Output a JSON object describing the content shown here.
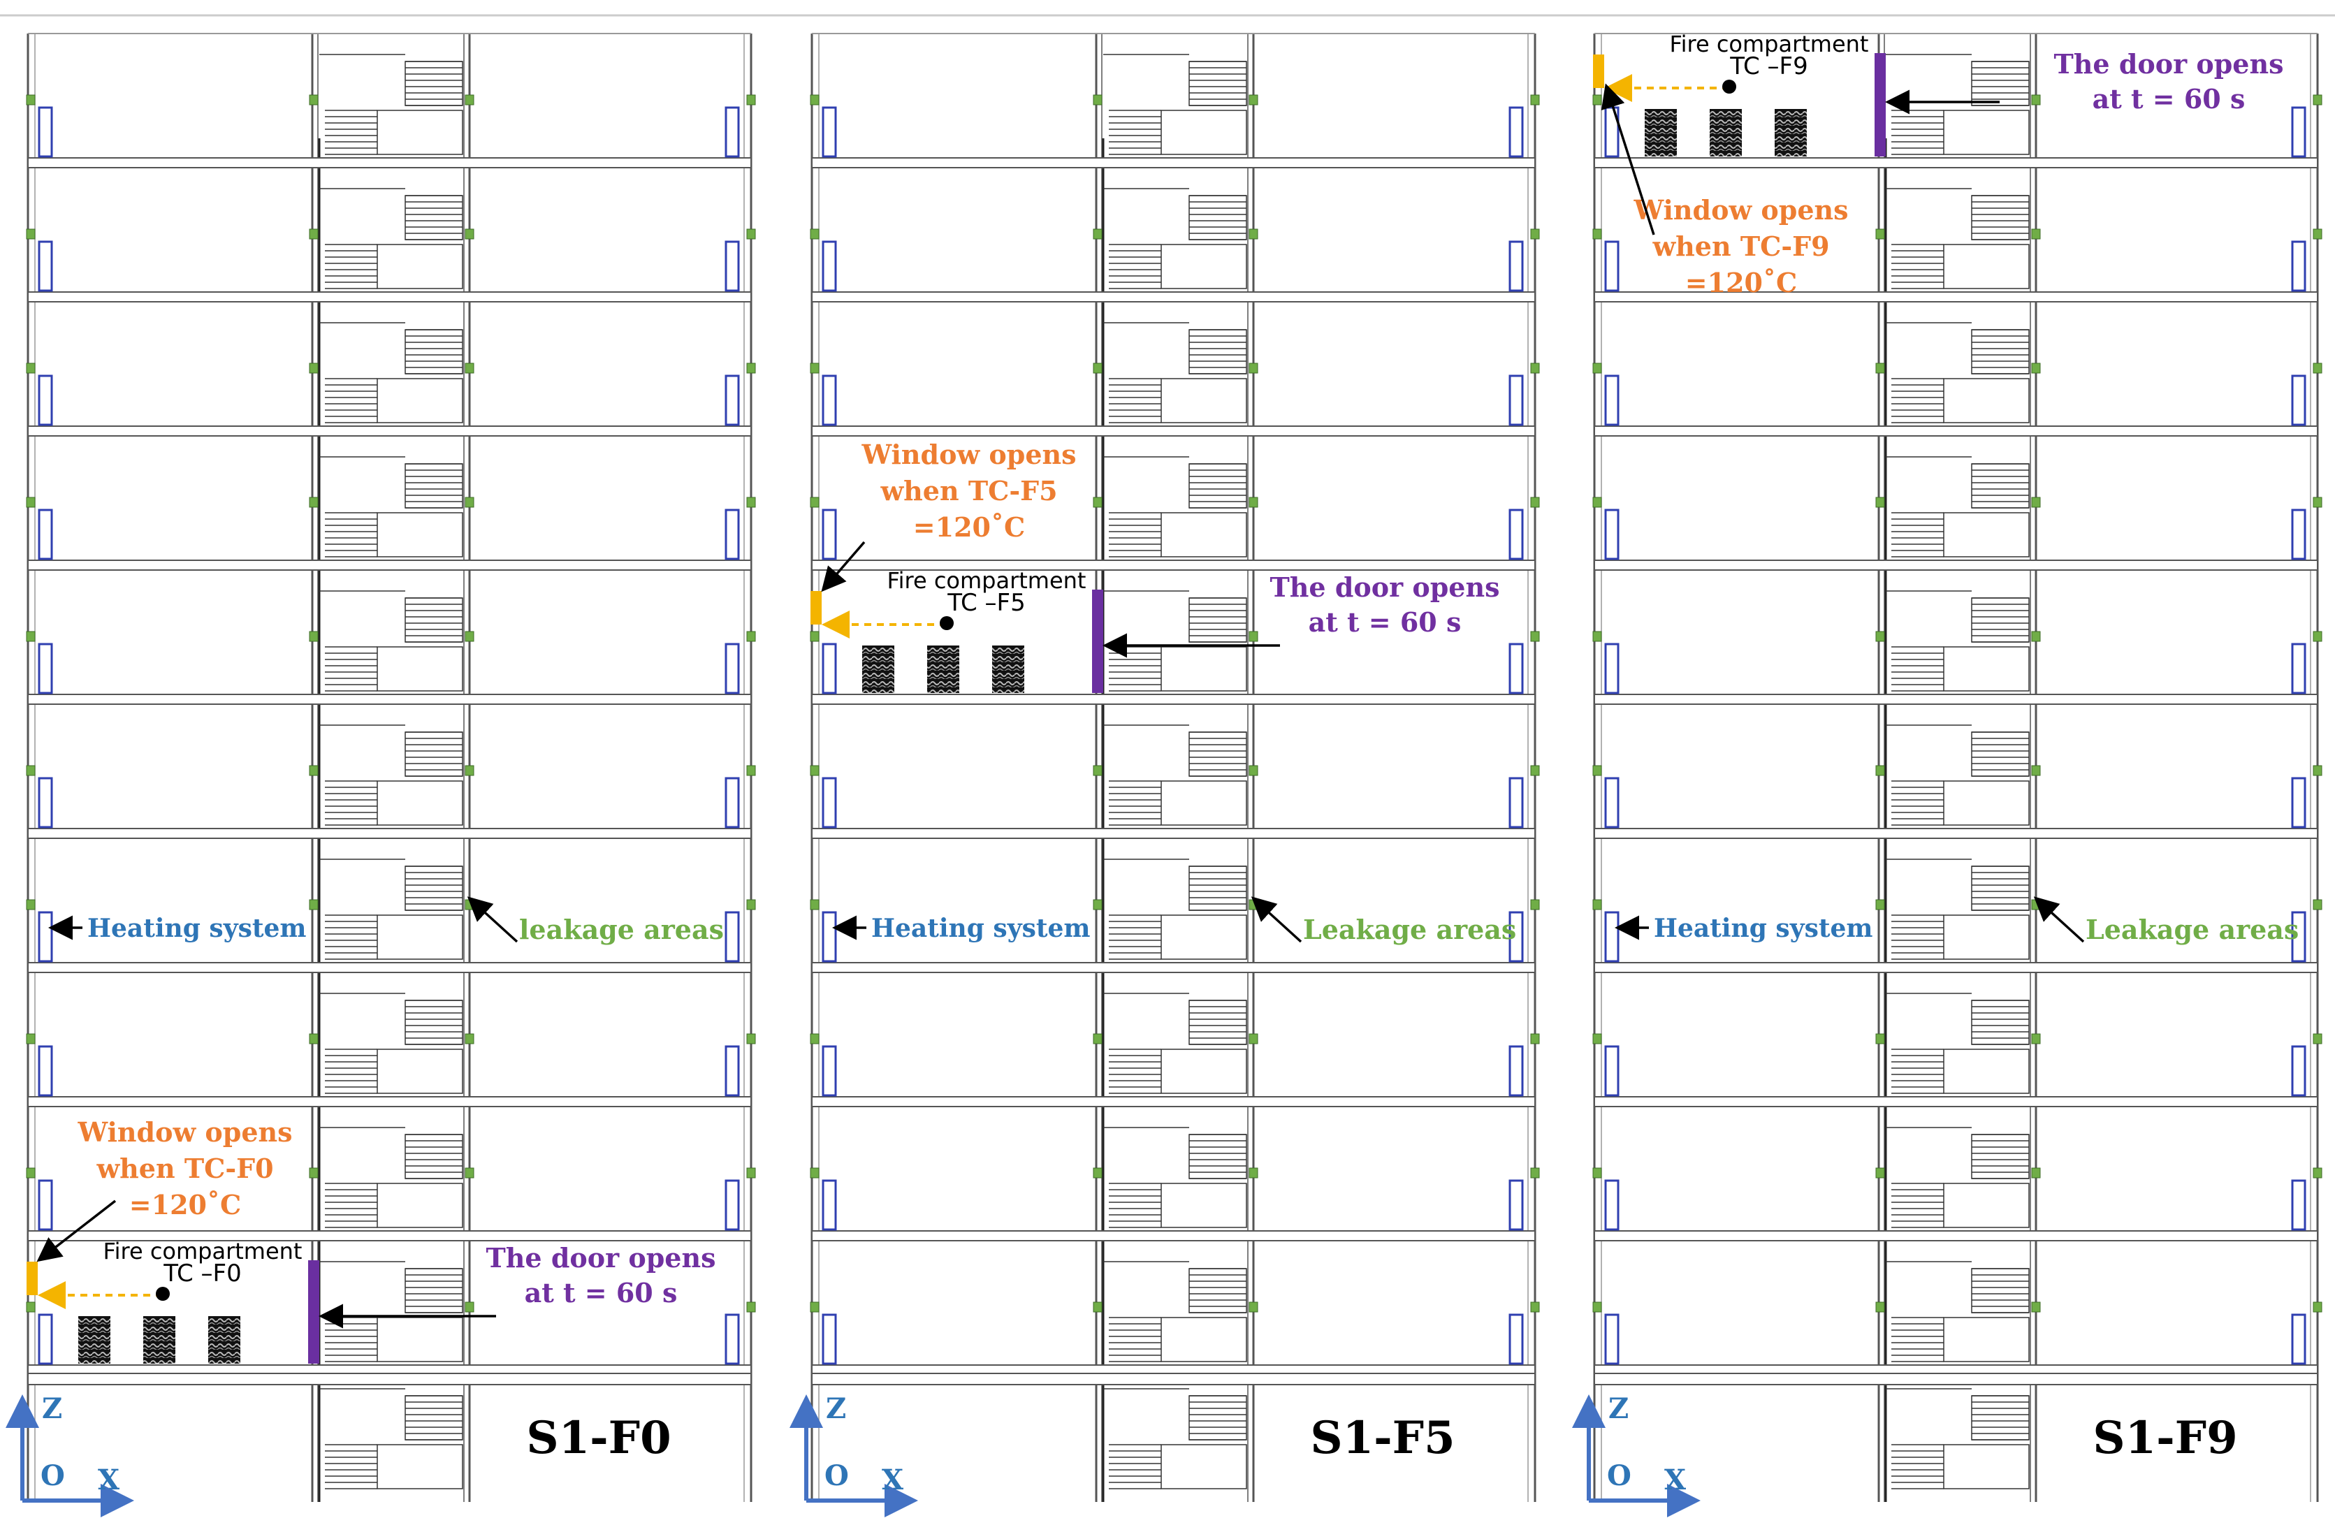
{
  "panels": [
    {
      "id": "S1-F0",
      "scenario_label": "S1-F0",
      "fire_floor": 0,
      "fire_compartment_label": "Fire compartment",
      "tc_label": "TC –F0",
      "window_text": [
        "Window opens",
        "when TC-F0",
        "=120˚C"
      ],
      "door_text": [
        "The door opens",
        "at t = 60 s"
      ],
      "heating_label": "Heating system",
      "leakage_label": "leakage areas"
    },
    {
      "id": "S1-F5",
      "scenario_label": "S1-F5",
      "fire_floor": 5,
      "fire_compartment_label": "Fire compartment",
      "tc_label": "TC –F5",
      "window_text": [
        "Window opens",
        "when TC-F5",
        "=120˚C"
      ],
      "door_text": [
        "The door opens",
        "at t = 60 s"
      ],
      "heating_label": "Heating system",
      "leakage_label": "Leakage areas"
    },
    {
      "id": "S1-F9",
      "scenario_label": "S1-F9",
      "fire_floor": 9,
      "fire_compartment_label": "Fire compartment",
      "tc_label": "TC –F9",
      "window_text": [
        "Window opens",
        "when TC-F9",
        "=120˚C"
      ],
      "door_text": [
        "The door opens",
        "at t = 60 s"
      ],
      "heating_label": "Heating system",
      "leakage_label": "Leakage areas"
    }
  ],
  "axes": {
    "z": "Z",
    "origin": "O",
    "x": "X"
  },
  "colors": {
    "structure": "#555555",
    "stairs": "#333333",
    "heater": "#2f3fb0",
    "leakage": "#70ad47",
    "window": "#f4b400",
    "door": "#6a2fa0",
    "arrow_dash": "#f4b400",
    "axis": "#4472c4",
    "label_blue": "#2e75b6",
    "label_green": "#70ad47",
    "label_orange": "#ed7d31",
    "label_purple": "#7030a0"
  }
}
